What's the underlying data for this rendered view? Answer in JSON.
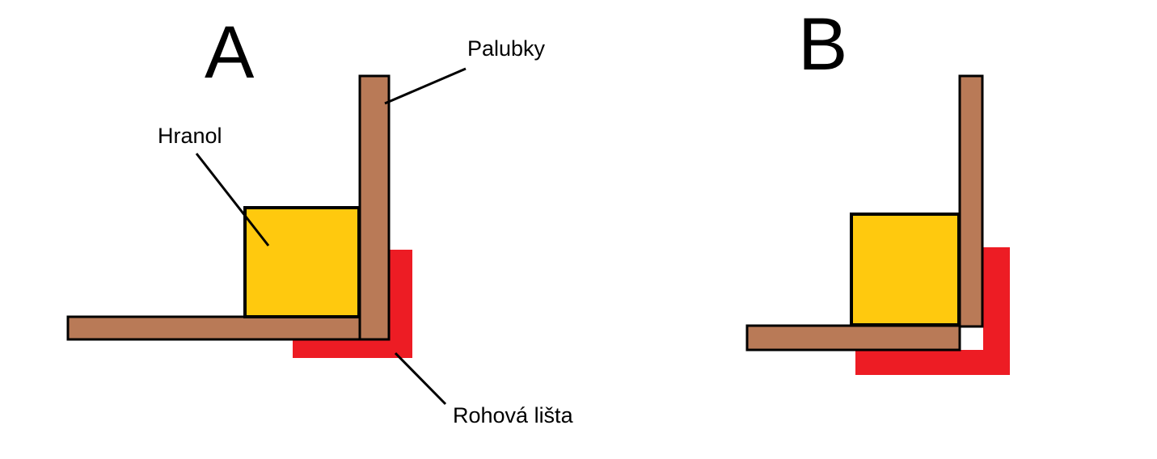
{
  "diagram_a": {
    "title": "A",
    "labels": {
      "palubky": "Palubky",
      "hranol": "Hranol",
      "rohova_lista": "Rohová lišta"
    }
  },
  "diagram_b": {
    "title": "B"
  },
  "colors": {
    "plank": "#B97A57",
    "beam": "#FFC90E",
    "corner_trim": "#ED1C24",
    "outline": "#000000"
  }
}
